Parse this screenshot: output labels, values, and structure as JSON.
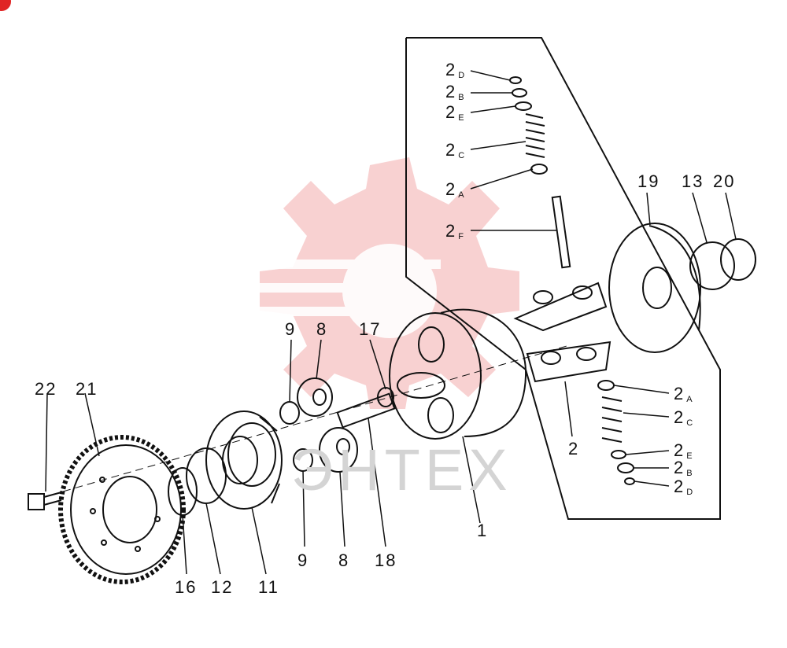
{
  "diagram": {
    "watermark_text": "ЭНТЕХ",
    "accent_color": "#e02424",
    "line_color": "#111111",
    "watermark_logo_color": "#f7c9c9",
    "labels": {
      "p22": "22",
      "p21": "21",
      "p16": "16",
      "p12": "12",
      "p11": "11",
      "p9a": "9",
      "p8a": "8",
      "p9b": "9",
      "p8b": "8",
      "p17": "17",
      "p18": "18",
      "p1": "1",
      "p2": "2",
      "p19": "19",
      "p13": "13",
      "p20": "20",
      "p2D_top": {
        "num": "2",
        "sub": "D"
      },
      "p2B_top": {
        "num": "2",
        "sub": "B"
      },
      "p2E_top": {
        "num": "2",
        "sub": "E"
      },
      "p2C_top": {
        "num": "2",
        "sub": "C"
      },
      "p2A_top": {
        "num": "2",
        "sub": "A"
      },
      "p2F_top": {
        "num": "2",
        "sub": "F"
      },
      "p2A_bot": {
        "num": "2",
        "sub": "A"
      },
      "p2C_bot": {
        "num": "2",
        "sub": "C"
      },
      "p2E_bot": {
        "num": "2",
        "sub": "E"
      },
      "p2B_bot": {
        "num": "2",
        "sub": "B"
      },
      "p2D_bot": {
        "num": "2",
        "sub": "D"
      }
    }
  }
}
